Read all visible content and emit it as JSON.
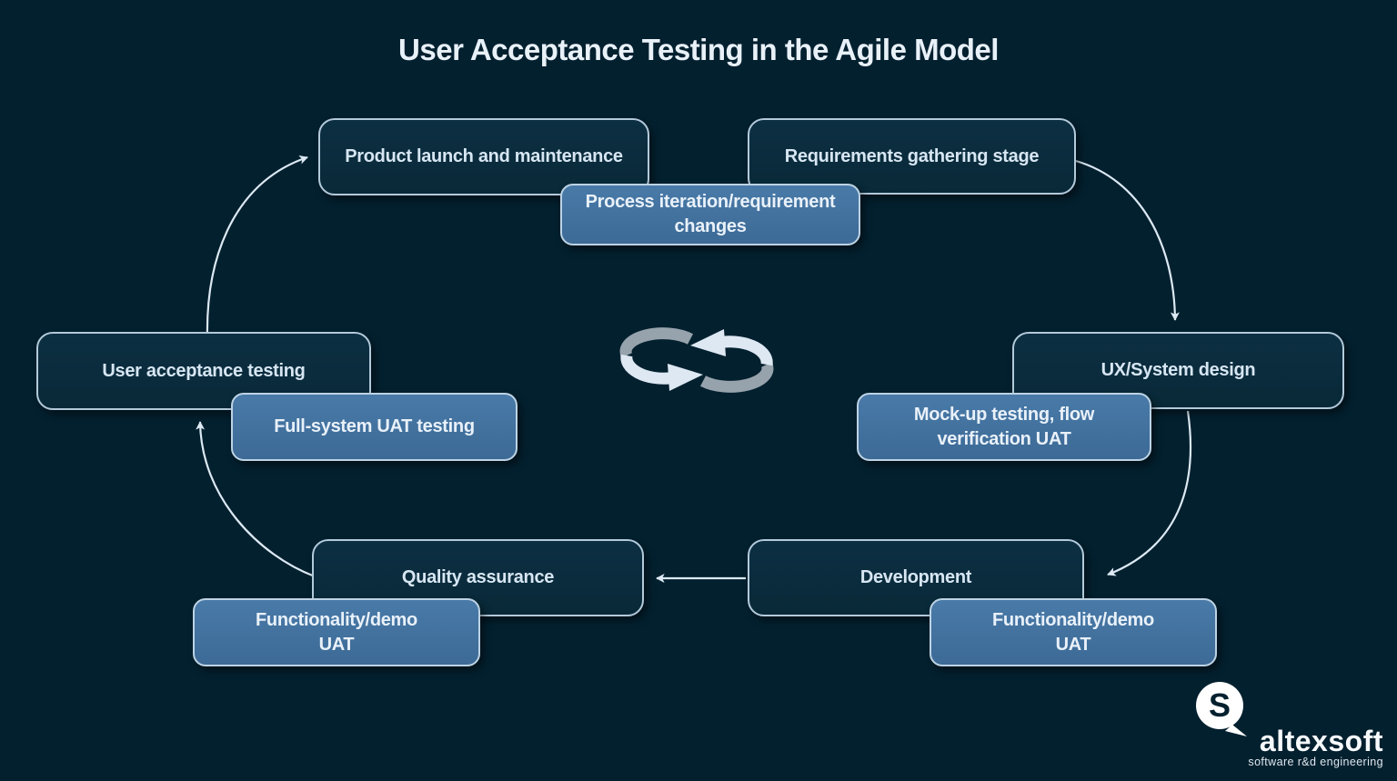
{
  "title": "User Acceptance Testing in the Agile Model",
  "stages": {
    "product_launch": {
      "label": "Product launch and maintenance"
    },
    "requirements": {
      "label": "Requirements gathering stage"
    },
    "ux_design": {
      "label": "UX/System design"
    },
    "development": {
      "label": "Development"
    },
    "quality_assurance": {
      "label": "Quality assurance"
    },
    "user_acceptance": {
      "label": "User acceptance testing"
    }
  },
  "uat_activities": {
    "process_iteration": {
      "label": "Process iteration/requirement\nchanges"
    },
    "mockup_testing": {
      "label": "Mock-up testing, flow\nverification UAT"
    },
    "full_system": {
      "label": "Full-system UAT testing"
    },
    "functionality_demo_left": {
      "label": "Functionality/demo\nUAT"
    },
    "functionality_demo_right": {
      "label": "Functionality/demo\nUAT"
    }
  },
  "flow": {
    "cycle_order": [
      "Requirements gathering stage",
      "UX/System design",
      "Development",
      "Quality assurance",
      "User acceptance testing",
      "Product launch and maintenance"
    ]
  },
  "icons": {
    "center": "cycle-arrows-icon"
  },
  "logo": {
    "name": "altexsoft",
    "tagline": "software r&d engineering",
    "mark_letter": "S"
  },
  "colors": {
    "background": "#03202f",
    "stage_box_fill": "#0a2b3d",
    "uat_box_fill": "#40709f",
    "box_border": "#b3cadb",
    "arrow": "#dce9f3",
    "box_text": "#d7e6f3",
    "title_text": "#e9f1f8"
  }
}
